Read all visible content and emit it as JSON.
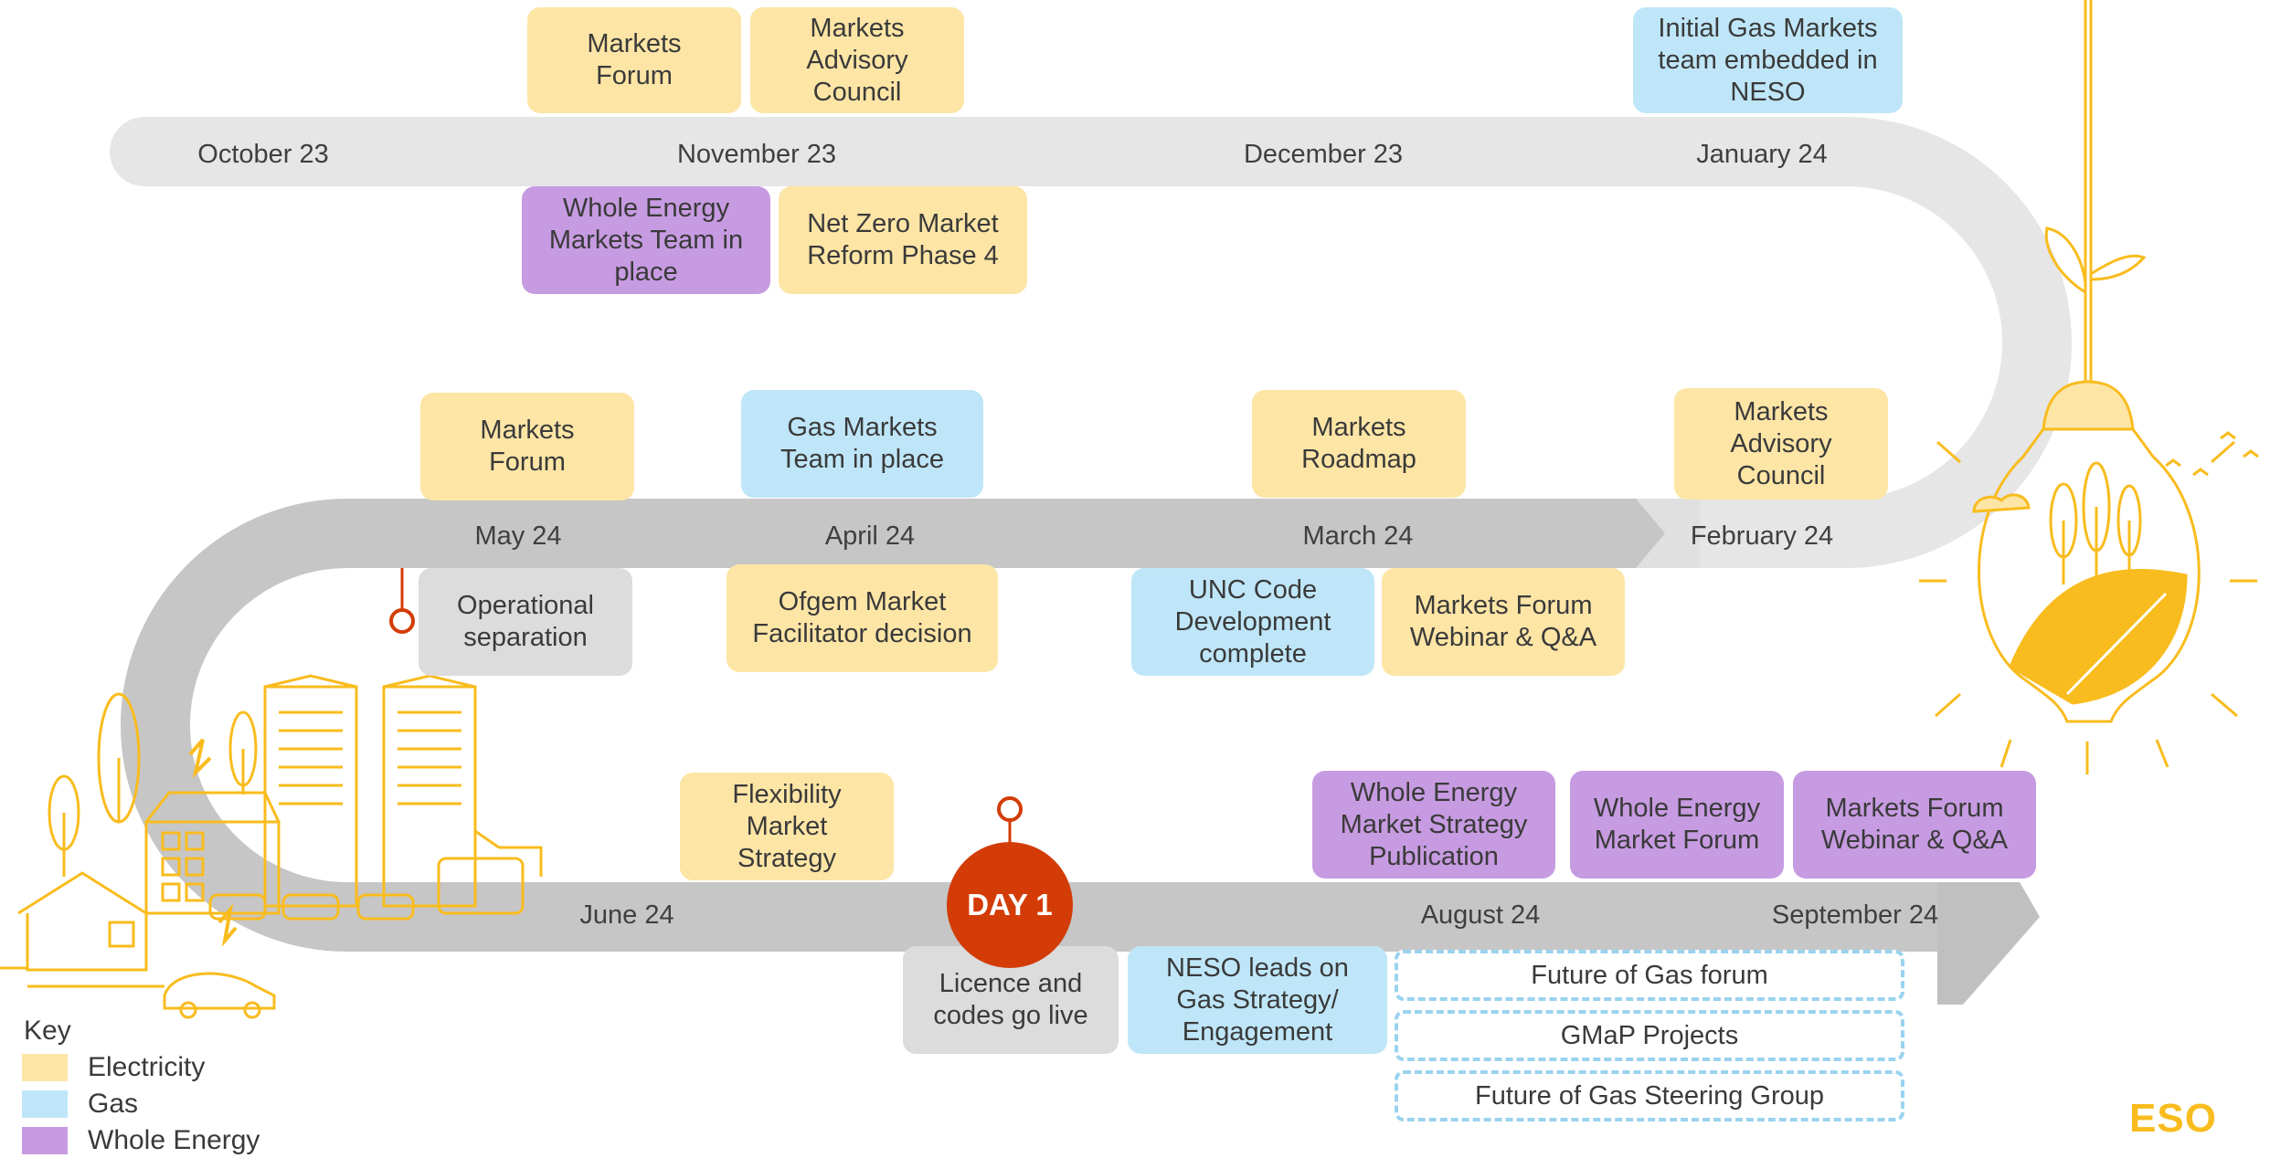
{
  "colors": {
    "electricity": "#fde5a6",
    "gas": "#bfe6f8",
    "whole_energy": "#c79be1",
    "neutral": "#dcdcdc",
    "road_light": "#e6e6e6",
    "road_mid": "#c8c8c8",
    "road_dark": "#bfbfbf",
    "day1": "#d33c06",
    "illustration": "#f9bc1e"
  },
  "months": {
    "oct23": "October 23",
    "nov23": "November 23",
    "dec23": "December 23",
    "jan24": "January 24",
    "feb24": "February 24",
    "mar24": "March 24",
    "apr24": "April 24",
    "may24": "May 24",
    "jun24": "June 24",
    "aug24": "August 24",
    "sep24": "September 24"
  },
  "milestones": {
    "markets_forum_nov": "Markets\nForum",
    "advisory_council_nov": "Markets\nAdvisory\nCouncil",
    "gas_team_embedded": "Initial Gas Markets\nteam embedded in\nNESO",
    "whole_energy_team": "Whole Energy\nMarkets Team in\nplace",
    "nzmr_phase4": "Net Zero Market\nReform Phase 4",
    "markets_forum_may": "Markets\nForum",
    "gas_markets_team": "Gas Markets\nTeam in place",
    "markets_roadmap": "Markets\nRoadmap",
    "advisory_council_feb": "Markets\nAdvisory\nCouncil",
    "operational_separation": "Operational\nseparation",
    "ofgem_decision": "Ofgem Market\nFacilitator decision",
    "unc_code": "UNC Code\nDevelopment\ncomplete",
    "forum_webinar_mar": "Markets Forum\nWebinar & Q&A",
    "flexibility_strategy": "Flexibility\nMarket\nStrategy",
    "we_strategy_pub": "Whole Energy\nMarket Strategy\nPublication",
    "we_market_forum": "Whole Energy\nMarket Forum",
    "forum_webinar_sep": "Markets Forum\nWebinar & Q&A",
    "licence_codes": "Licence and\ncodes go live",
    "neso_gas_strategy": "NESO leads on\nGas Strategy/\nEngagement",
    "future_gas_forum": "Future of Gas forum",
    "gmap_projects": "GMaP Projects",
    "future_gas_steering": "Future of Gas Steering Group"
  },
  "day1_label": "DAY 1",
  "key": {
    "title": "Key",
    "electricity": "Electricity",
    "gas": "Gas",
    "whole_energy": "Whole Energy"
  },
  "logo": "ESO"
}
